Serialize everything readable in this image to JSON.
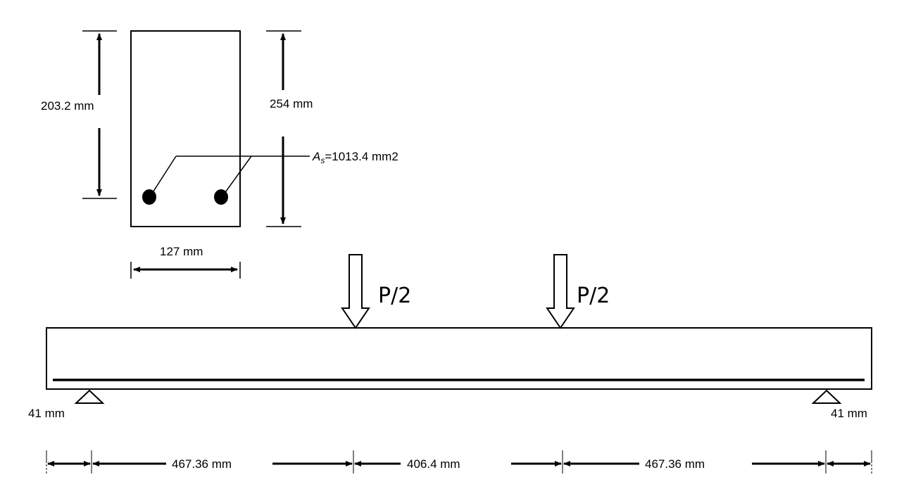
{
  "cross_section": {
    "effective_depth": "203.2 mm",
    "total_height": "254 mm",
    "width": "127 mm",
    "steel_area_symbol": "A",
    "steel_area_subscript": "s",
    "steel_area_value": "=1013.4 mm2"
  },
  "beam": {
    "load_left": "P/2",
    "load_right": "P/2",
    "overhang_left": "41 mm",
    "overhang_right": "41 mm",
    "span_left": "467.36 mm",
    "span_middle": "406.4 mm",
    "span_right": "467.36 mm"
  }
}
